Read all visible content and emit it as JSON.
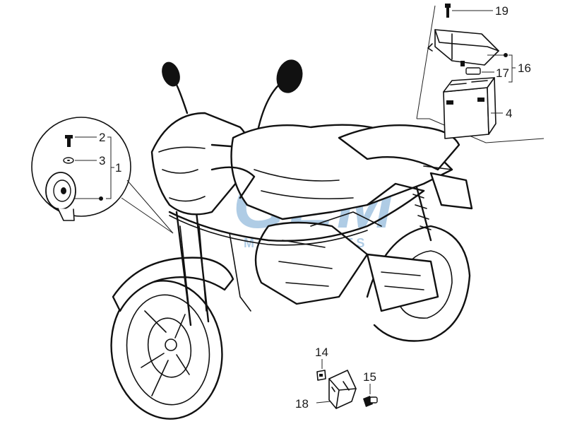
{
  "watermark": {
    "text": "GEM",
    "subtext": "MOTORPARTS",
    "color": "#4f8fc6"
  },
  "callouts": {
    "c1": "1",
    "c2": "2",
    "c3": "3",
    "c4": "4",
    "c14": "14",
    "c15": "15",
    "c16": "16",
    "c17": "17",
    "c18": "18",
    "c19": "19"
  },
  "icons": {
    "motorcycle": "motorcycle-illustration",
    "horn": "horn-icon",
    "screw": "screw-icon",
    "washer": "washer-icon",
    "battery": "battery-icon",
    "battery_cover": "battery-cover-icon",
    "relay": "relay-icon",
    "fuse": "fuse-icon"
  }
}
